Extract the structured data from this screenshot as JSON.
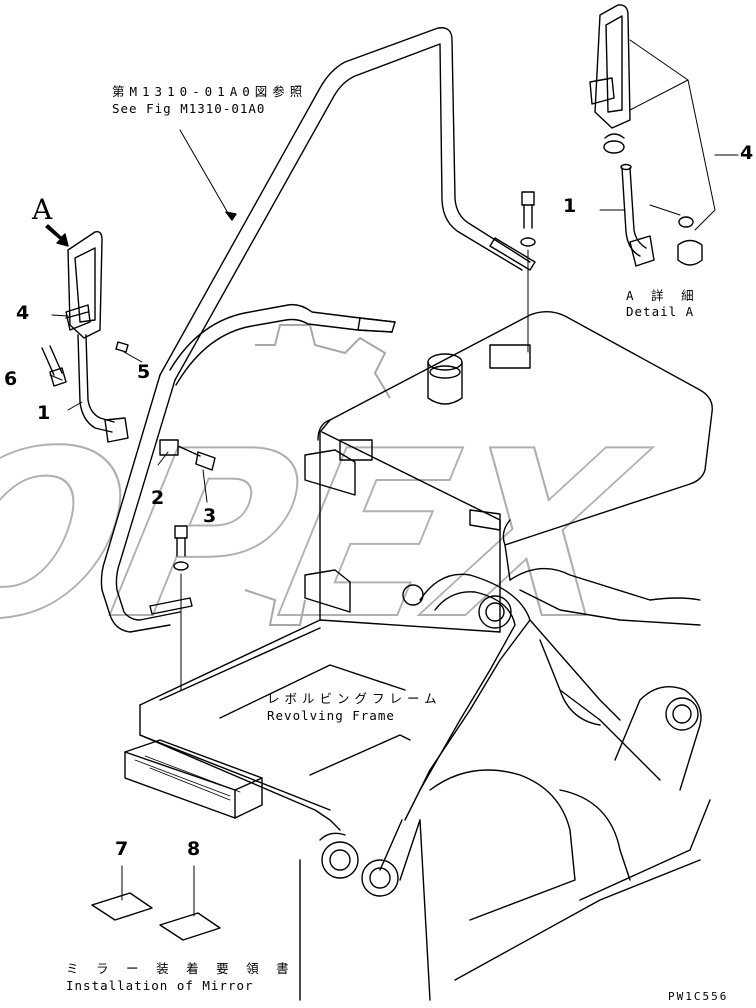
{
  "callouts": {
    "see_fig_jp": "第M1310-01A0図参照",
    "see_fig_en": "See Fig M1310-01A0",
    "frame_jp": "レボルビングフレーム",
    "frame_en": "Revolving Frame",
    "detail_jp": "A 詳 細",
    "detail_en": "Detail A",
    "install_jp": "ミ ラ ー 装 着 要 領 書",
    "install_en": "Installation of Mirror",
    "view_letter": "A",
    "figure_code": "PW1C556"
  },
  "part_numbers": {
    "p1_main": "1",
    "p1_detail": "1",
    "p2": "2",
    "p3": "3",
    "p4_main": "4",
    "p4_detail": "4",
    "p5": "5",
    "p6": "6",
    "p7": "7",
    "p8": "8"
  },
  "watermark": {
    "text": "OPEX",
    "color": "#9a9a9a"
  },
  "colors": {
    "line": "#000000",
    "background": "#ffffff"
  }
}
